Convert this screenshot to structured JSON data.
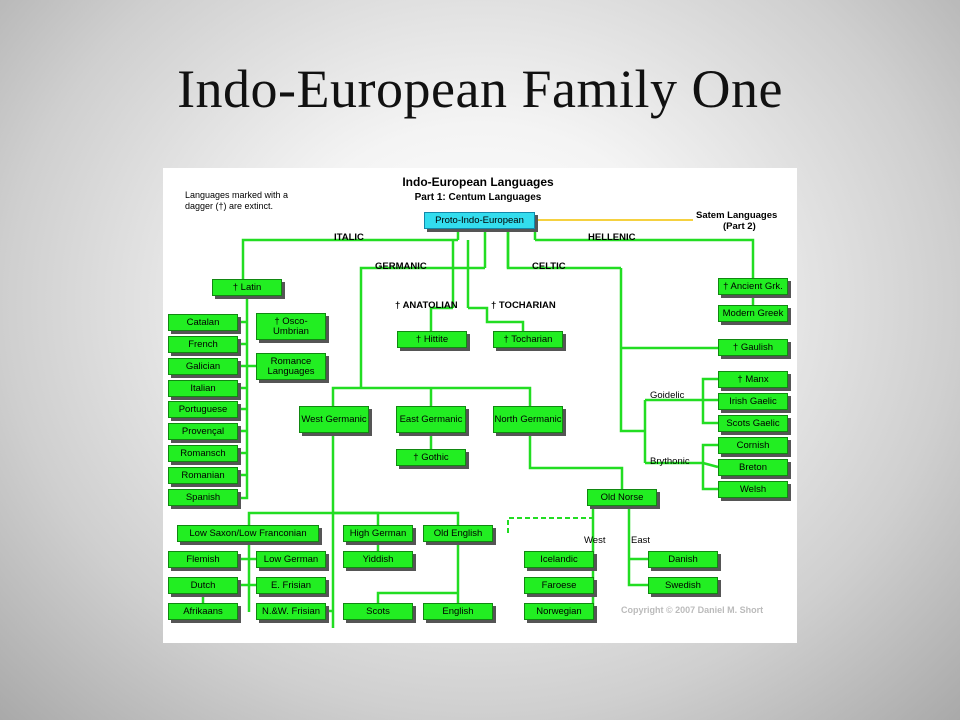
{
  "slide": {
    "title": "Indo-European Family One"
  },
  "chart": {
    "title": "Indo-European Languages",
    "subtitle": "Part 1: Centum Languages",
    "legend": "Languages marked with a dagger (†) are extinct.",
    "copyright": "Copyright © 2007 Daniel M. Short",
    "satem": [
      "Satem Languages",
      "(Part 2)"
    ],
    "branches": {
      "italic": "ITALIC",
      "hellenic": "HELLENIC",
      "germanic": "GERMANIC",
      "celtic": "CELTIC",
      "anatolian": "† ANATOLIAN",
      "tocharian": "† TOCHARIAN",
      "goidelic": "Goidelic",
      "brythonic": "Brythonic",
      "west": "West",
      "east": "East"
    },
    "nodes": {
      "proto": "Proto-Indo-European",
      "latin": "† Latin",
      "osco": "† Osco-Umbrian",
      "romance": "Romance Languages",
      "catalan": "Catalan",
      "french": "French",
      "galician": "Galician",
      "italian": "Italian",
      "portuguese": "Portuguese",
      "provencal": "Provençal",
      "romansch": "Romansch",
      "romanian": "Romanian",
      "spanish": "Spanish",
      "hittite": "† Hittite",
      "tocharian": "† Tocharian",
      "ancient_greek": "† Ancient Grk.",
      "modern_greek": "Modern Greek",
      "gaulish": "† Gaulish",
      "manx": "† Manx",
      "irish": "Irish Gaelic",
      "scots_gaelic": "Scots Gaelic",
      "cornish": "Cornish",
      "breton": "Breton",
      "welsh": "Welsh",
      "west_germanic": "West Germanic",
      "east_germanic": "East Germanic",
      "north_germanic": "North Germanic",
      "gothic": "† Gothic",
      "old_norse": "Old Norse",
      "low_saxon": "Low Saxon/Low Franconian",
      "high_german": "High German",
      "old_english": "Old English",
      "flemish": "Flemish",
      "low_german": "Low German",
      "dutch": "Dutch",
      "e_frisian": "E. Frisian",
      "afrikaans": "Afrikaans",
      "nw_frisian": "N.&W. Frisian",
      "yiddish": "Yiddish",
      "scots": "Scots",
      "english": "English",
      "icelandic": "Icelandic",
      "faroese": "Faroese",
      "norwegian": "Norwegian",
      "danish": "Danish",
      "swedish": "Swedish"
    }
  }
}
